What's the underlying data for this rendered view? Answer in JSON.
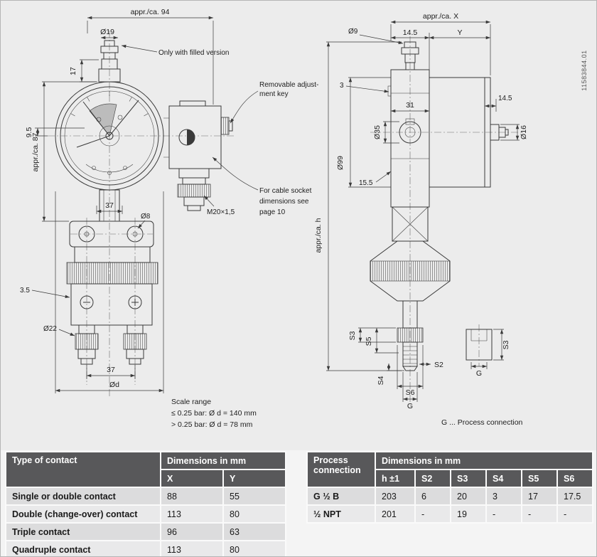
{
  "doc_number": "11583844.01",
  "drawing": {
    "left": {
      "appr94": "appr./ca. 94",
      "dia19": "Ø19",
      "note_filled": "Only with filled version",
      "dim17": "17",
      "dim9_5": "9.5",
      "appr87": "appr./ca. 87",
      "note_key": [
        "Removable adjust-",
        "ment key"
      ],
      "dim37_top": "37",
      "dia8": "Ø8",
      "note_cable": [
        "For cable socket",
        "dimensions see",
        "page 10"
      ],
      "m20": "M20×1,5",
      "dim3_5": "3.5",
      "dia22": "Ø22",
      "dim37_bottom": "37",
      "dia_d": "Ød",
      "scale_range": [
        "Scale range",
        "≤ 0.25 bar: Ø d = 140 mm",
        "> 0.25 bar: Ø d = 78 mm"
      ]
    },
    "right": {
      "appr_x": "appr./ca. X",
      "dia9": "Ø9",
      "dim14_5_top": "14.5",
      "dim_y": "Y",
      "dim3": "3",
      "dim31": "31",
      "dia35": "Ø35",
      "dim14_5_side": "14.5",
      "dia16": "Ø16",
      "dia99": "Ø99",
      "dim15_5": "15.5",
      "appr_h": "appr./ca. h",
      "s3": "S3",
      "s5": "S5",
      "s2": "S2",
      "s4": "S4",
      "s6": "S6",
      "g": "G",
      "g_detail": "G",
      "s3_detail": "S3",
      "g_note": "G ... Process connection"
    }
  },
  "tables": {
    "contact": {
      "title": "Type of contact",
      "dims": "Dimensions in mm",
      "cols": [
        "X",
        "Y"
      ],
      "rows": [
        [
          "Single or double contact",
          "88",
          "55"
        ],
        [
          "Double (change-over) contact",
          "113",
          "80"
        ],
        [
          "Triple contact",
          "96",
          "63"
        ],
        [
          "Quadruple contact",
          "113",
          "80"
        ]
      ]
    },
    "process": {
      "title": "Process connection",
      "dims": "Dimensions in mm",
      "cols": [
        "h ±1",
        "S2",
        "S3",
        "S4",
        "S5",
        "S6"
      ],
      "rows": [
        [
          "G ½ B",
          "203",
          "6",
          "20",
          "3",
          "17",
          "17.5"
        ],
        [
          "½ NPT",
          "201",
          "-",
          "19",
          "-",
          "-",
          "-"
        ]
      ]
    }
  }
}
